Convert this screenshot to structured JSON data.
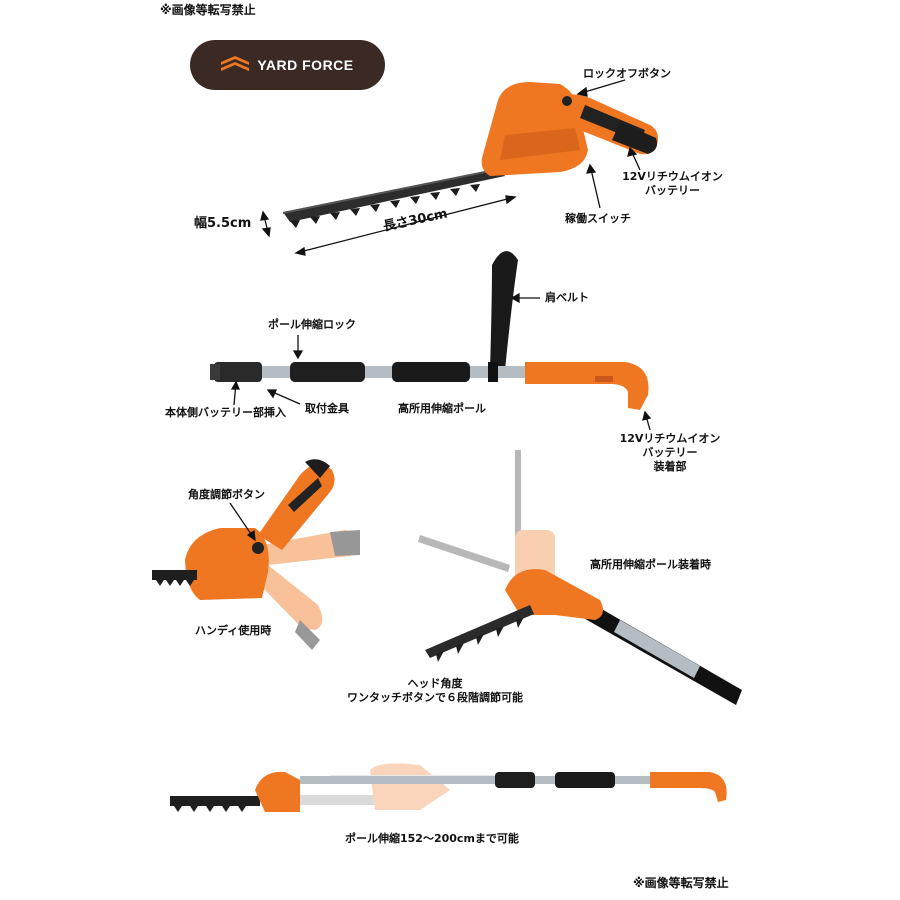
{
  "notice": "※画像等転写禁止",
  "brand": {
    "name": "YARD FORCE"
  },
  "colors": {
    "orange": "#f07722",
    "dark": "#222222",
    "blade": "#333333",
    "pole": "#9aa3aa",
    "logo_bg": "#3a2a23"
  },
  "section1": {
    "lock_off_button": "ロックオフボタン",
    "battery": [
      "12Vリチウムイオン",
      "バッテリー"
    ],
    "switch": "稼働スイッチ",
    "width": "幅5.5cm",
    "length": "長さ30cm"
  },
  "section2": {
    "shoulder_belt": "肩ベルト",
    "pole_lock": "ポール伸縮ロック",
    "insert": "本体側バッテリー部挿入",
    "fitting": "取付金具",
    "pole": "高所用伸縮ポール",
    "battery_mount": [
      "12Vリチウムイオン",
      "バッテリー",
      "装着部"
    ]
  },
  "section3": {
    "angle_button": "角度調節ボタン",
    "handy": "ハンディ使用時",
    "pole_attached": "高所用伸縮ポール装着時",
    "head_angle": [
      "ヘッド角度",
      "ワンタッチボタンで６段階調節可能"
    ]
  },
  "section4": {
    "pole_extend": "ポール伸縮152〜200cmまで可能"
  }
}
